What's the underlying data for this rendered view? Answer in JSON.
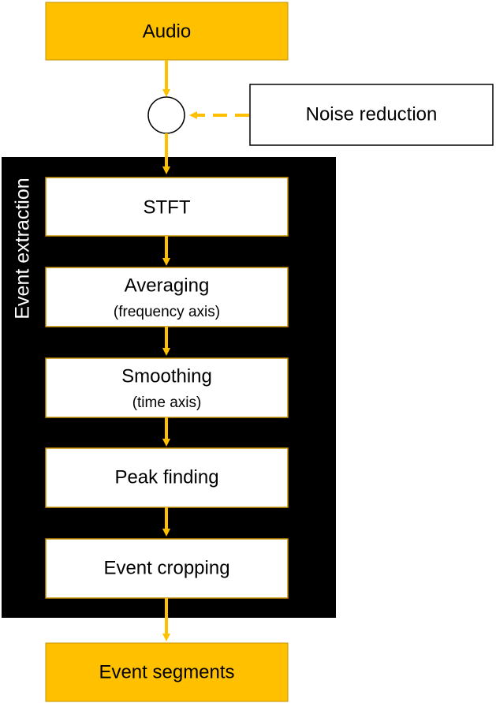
{
  "colors": {
    "accent": "#FFC000",
    "panel": "#000000",
    "box_fill": "#FFFFFF",
    "box_border_accent": "#C79000",
    "text": "#000000",
    "panel_text": "#FFFFFF"
  },
  "diagram": {
    "input_label": "Audio",
    "noise_label": "Noise reduction",
    "combiner": "circle",
    "panel_label": "Event extraction",
    "steps": [
      {
        "title": "STFT",
        "subtitle": ""
      },
      {
        "title": "Averaging",
        "subtitle": "(frequency axis)"
      },
      {
        "title": "Smoothing",
        "subtitle": "(time axis)"
      },
      {
        "title": "Peak finding",
        "subtitle": ""
      },
      {
        "title": "Event cropping",
        "subtitle": ""
      }
    ],
    "output_label": "Event segments",
    "noise_connector": "dashed-arrow",
    "flow_connector": "solid-arrow"
  }
}
